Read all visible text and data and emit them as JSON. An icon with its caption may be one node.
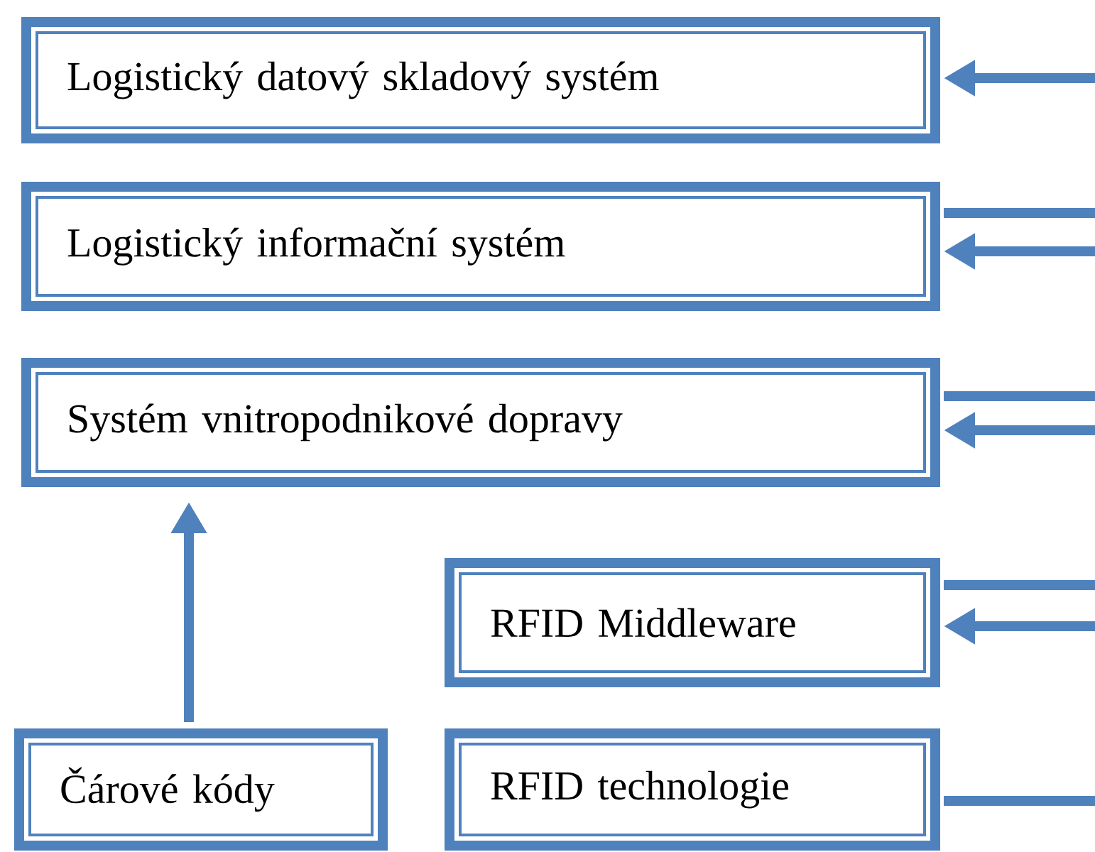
{
  "diagram": {
    "nodes": [
      {
        "text": [
          "Logistický datový skladový systém"
        ]
      },
      {
        "text": [
          "Logistický informační systém"
        ]
      },
      {
        "text": [
          "Systém vnitropodnikové dopravy"
        ]
      },
      {
        "text": [
          "RFID Middleware"
        ]
      },
      {
        "text": [
          "Čárové kódy"
        ]
      },
      {
        "text": [
          "RFID technologie"
        ]
      }
    ],
    "edges": [
      {
        "from": null,
        "to": 0,
        "arrow": "to"
      },
      {
        "from": 1,
        "to": null,
        "arrow": "none"
      },
      {
        "from": null,
        "to": 1,
        "arrow": "to"
      },
      {
        "from": 2,
        "to": null,
        "arrow": "none"
      },
      {
        "from": null,
        "to": 2,
        "arrow": "to"
      },
      {
        "from": 3,
        "to": null,
        "arrow": "none"
      },
      {
        "from": null,
        "to": 3,
        "arrow": "to"
      },
      {
        "from": 4,
        "to": 2,
        "arrow": "to"
      },
      {
        "from": 5,
        "to": null,
        "arrow": "none"
      }
    ]
  }
}
